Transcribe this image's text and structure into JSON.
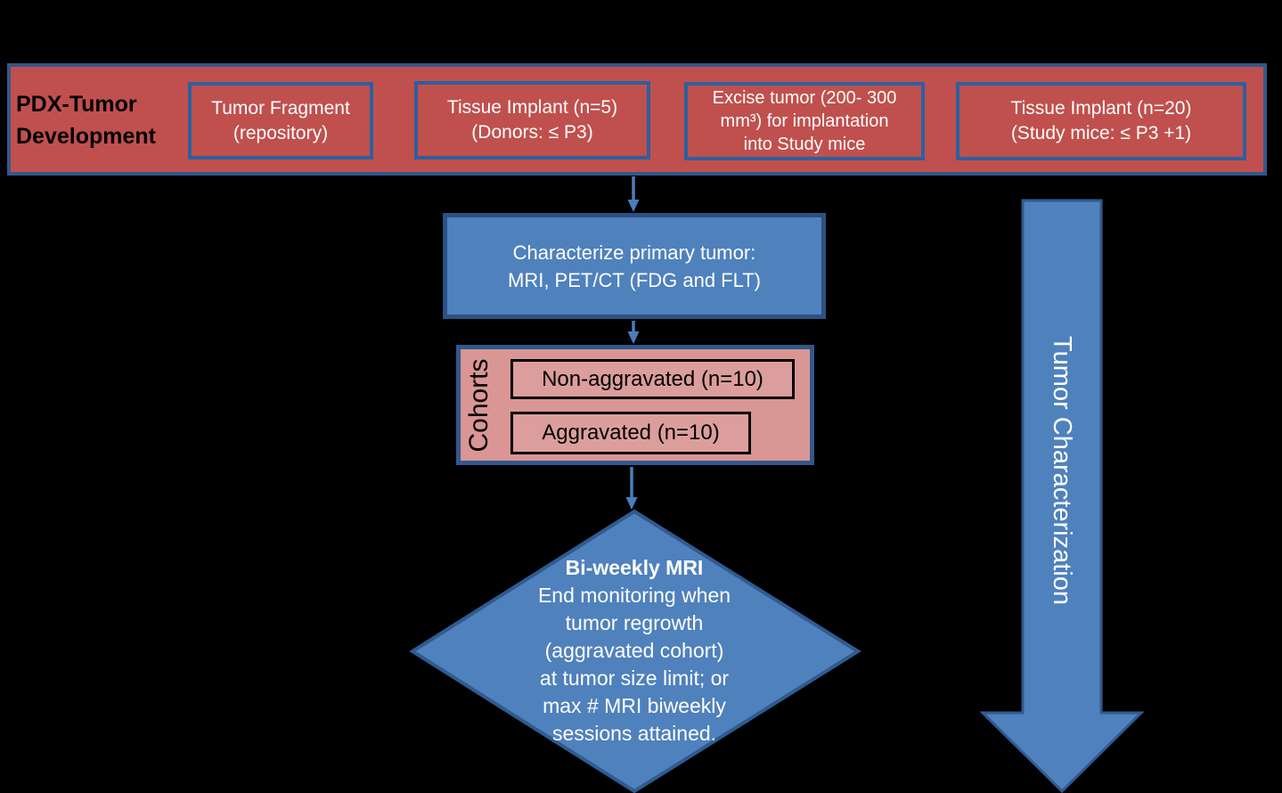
{
  "banner": {
    "title_lines": [
      "PDX-Tumor",
      "Development"
    ],
    "boxes": [
      {
        "name": "tumor-fragment",
        "lines": [
          "Tumor Fragment",
          "(repository)"
        ]
      },
      {
        "name": "tissue-implant-n5",
        "lines": [
          "Tissue Implant (n=5)",
          "(Donors: ≤ P3)"
        ]
      },
      {
        "name": "excise-tumor",
        "lines": [
          "Excise tumor (200- 300",
          "mm³) for implantation",
          "into Study mice"
        ]
      },
      {
        "name": "tissue-implant-n20",
        "lines": [
          "Tissue Implant (n=20)",
          "(Study mice: ≤ P3 +1)"
        ]
      }
    ]
  },
  "characterize_box": {
    "lines": [
      "Characterize primary tumor:",
      "MRI, PET/CT (FDG and FLT)"
    ]
  },
  "cohorts": {
    "label": "Cohorts",
    "items": [
      {
        "label": "Non-aggravated (n=10)"
      },
      {
        "label": "Aggravated (n=10)"
      }
    ]
  },
  "decision": {
    "title": "Bi-weekly MRI",
    "lines": [
      "End monitoring when",
      "tumor regrowth",
      "(aggravated cohort)",
      "at tumor size limit; or",
      "max # MRI biweekly",
      "sessions attained."
    ]
  },
  "side_arrow": {
    "label": "Tumor Characterization"
  },
  "colors": {
    "background": "#000000",
    "red_fill": "#C0504D",
    "pink_fill": "#D99694",
    "pink_inner_fill": "#DC9E9C",
    "blue_fill": "#4F81BD",
    "blue_border_dark": "#2F5B8F",
    "banner_border": "#31588C",
    "box_border_blue": "#2E5F9E",
    "connector_blue": "#4A7EBB",
    "text_white": "#FFFFFF",
    "text_black": "#000000"
  }
}
